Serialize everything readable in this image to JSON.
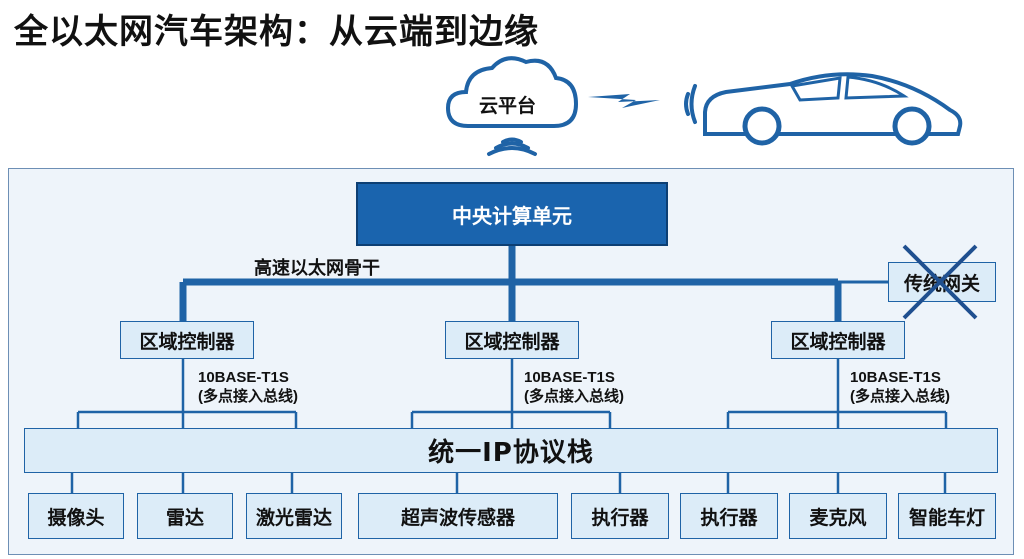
{
  "title": "全以太网汽车架构：从云端到边缘",
  "cloud_label": "云平台",
  "central_unit": "中央计算单元",
  "backbone_label": "高速以太网骨干",
  "gateway_label": "传统网关",
  "zones": [
    {
      "label": "区域控制器",
      "bus_line1": "10BASE-T1S",
      "bus_line2": "(多点接入总线)"
    },
    {
      "label": "区域控制器",
      "bus_line1": "10BASE-T1S",
      "bus_line2": "(多点接入总线)"
    },
    {
      "label": "区域控制器",
      "bus_line1": "10BASE-T1S",
      "bus_line2": "(多点接入总线)"
    }
  ],
  "ip_stack": "统一IP协议栈",
  "devices": [
    "摄像头",
    "雷达",
    "激光雷达",
    "超声波传感器",
    "执行器",
    "执行器",
    "麦克风",
    "智能车灯"
  ],
  "colors": {
    "primary": "#1a64ae",
    "line": "#1f63a6",
    "light_fill": "#dcecf8",
    "cross": "#1f4f8f"
  }
}
